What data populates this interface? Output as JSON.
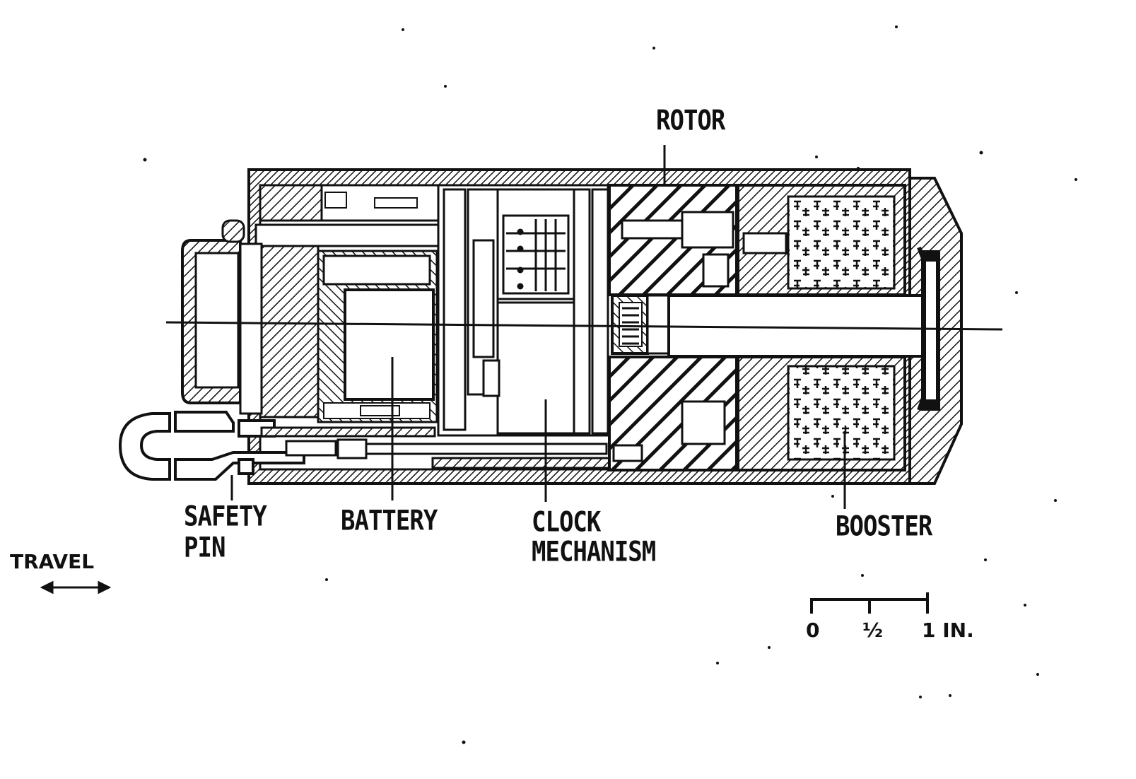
{
  "labels": {
    "rotor": "ROTOR",
    "safety_pin_line1": "SAFETY",
    "safety_pin_line2": "PIN",
    "battery": "BATTERY",
    "clock_line1": "CLOCK",
    "clock_line2": "MECHANISM",
    "booster": "BOOSTER",
    "travel": "TRAVEL"
  },
  "scale_bar": {
    "tick_0": "0",
    "tick_half": "½",
    "tick_1": "1 IN."
  },
  "colors": {
    "ink": "#111111",
    "paper": "#ffffff"
  }
}
